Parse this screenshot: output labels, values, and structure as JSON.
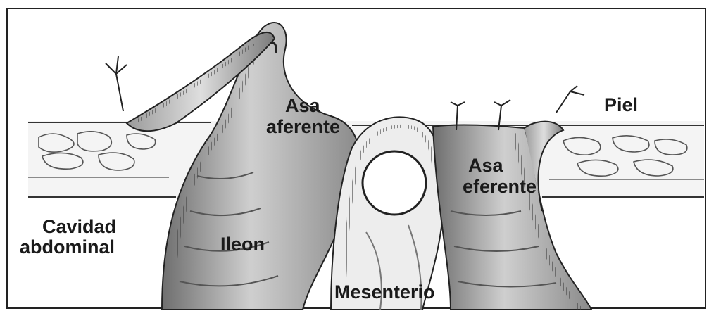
{
  "labels": {
    "asa_aferente_1": "Asa",
    "asa_aferente_2": "aferente",
    "piel": "Piel",
    "asa_eferente_1": "Asa",
    "asa_eferente_2": "eferente",
    "cavidad_1": "Cavidad",
    "cavidad_2": "abdominal",
    "ileon": "Ileon",
    "mesenterio": "Mesenterio"
  }
}
